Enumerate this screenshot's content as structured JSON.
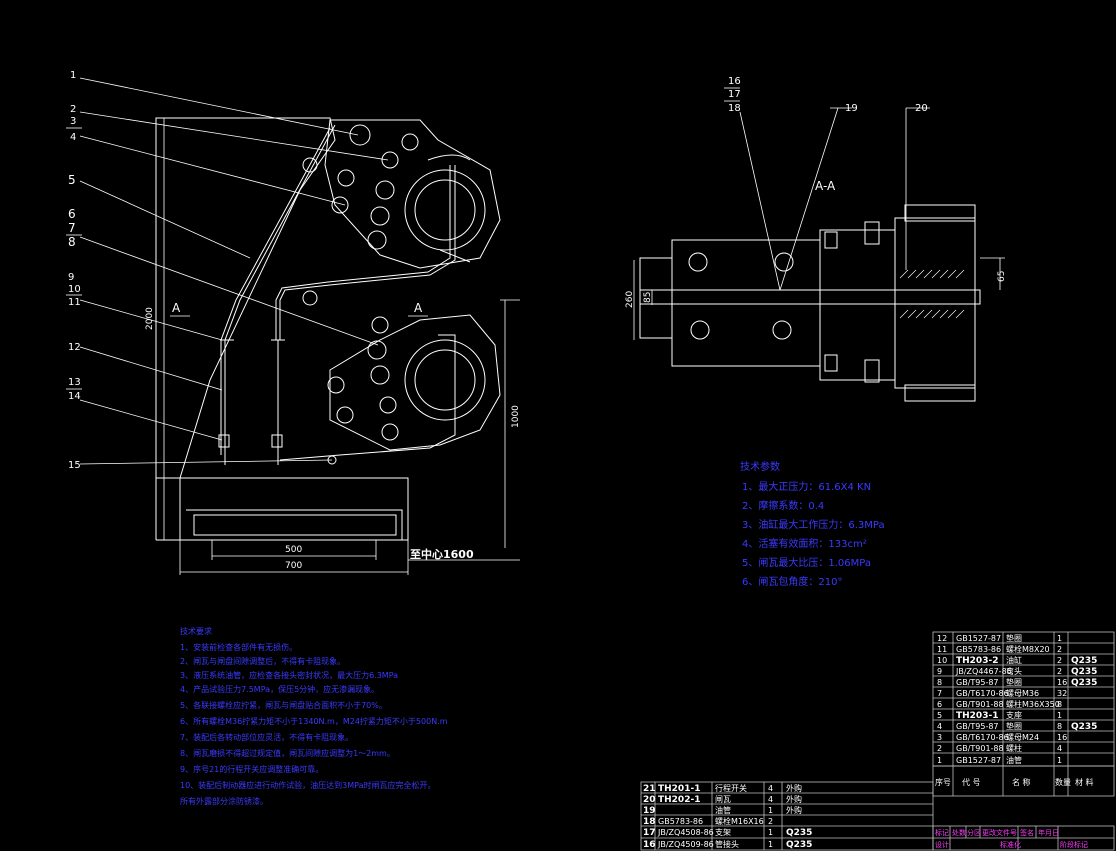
{
  "balloons_left": [
    "1",
    "2",
    "3",
    "4",
    "5",
    "6",
    "7",
    "8",
    "9",
    "10",
    "11",
    "12",
    "13",
    "14",
    "15"
  ],
  "balloons_right": [
    "16",
    "17",
    "18",
    "19",
    "20"
  ],
  "section_mark": "A",
  "section_title": "A-A",
  "dimensions": {
    "height_total": "2000",
    "height_lower": "1000",
    "width_500": "500",
    "width_700": "700",
    "to_center": "至中心1600",
    "dim_260": "260",
    "dim_85": "85",
    "dim_65": "65"
  },
  "tech_params": {
    "title": "技术参数",
    "items": [
      "1、最大正压力：61.6X4 KN",
      "2、摩擦系数：0.4",
      "3、油缸最大工作压力：6.3MPa",
      "4、活塞有效面积：133cm²",
      "5、闸瓦最大比压：1.06MPa",
      "6、闸瓦包角度：210°"
    ]
  },
  "tech_requirements": {
    "title": "技术要求",
    "items": [
      "1、安装前检查各部件有无损伤。",
      "2、闸瓦与闸盘间隙调整后，不得有卡阻现象。",
      "3、液压系统油管，应检查各接头密封状况，最大压力6.3MPa",
      "4、产品试验压力7.5MPa，保压5分钟，应无渗漏现象。",
      "5、各联接螺栓应拧紧，闸瓦与闸盘贴合面积不小于70%。",
      "6、所有螺栓M36拧紧力矩不小于1340N.m，M24拧紧力矩不小于500N.m",
      "7、装配后各转动部位应灵活，不得有卡阻现象。",
      "8、闸瓦磨损不得超过规定值，闸瓦间隙应调整为1～2mm。",
      "9、序号21的行程开关应调整准确可靠。",
      "10、装配后制动器应进行动作试验，油压达到3MPa时闸瓦应完全松开。",
      "所有外露部分涂防锈漆。"
    ]
  },
  "bom_upper": [
    {
      "no": "12",
      "code": "GB1527-87",
      "name": "垫圈",
      "qty": "1",
      "mat": ""
    },
    {
      "no": "11",
      "code": "GB5783-86",
      "name": "螺栓M8X20",
      "qty": "2",
      "mat": ""
    },
    {
      "no": "10",
      "code": "TH203-2",
      "name": "油缸",
      "qty": "2",
      "mat": "Q235"
    },
    {
      "no": "9",
      "code": "JB/ZQ4467-86",
      "name": "弯头",
      "qty": "2",
      "mat": "Q235"
    },
    {
      "no": "8",
      "code": "GB/T95-87",
      "name": "垫圈",
      "qty": "16",
      "mat": "Q235"
    },
    {
      "no": "7",
      "code": "GB/T6170-86",
      "name": "螺母M36",
      "qty": "32",
      "mat": ""
    },
    {
      "no": "6",
      "code": "GB/T901-88",
      "name": "螺柱M36X350",
      "qty": "8",
      "mat": ""
    },
    {
      "no": "5",
      "code": "TH203-1",
      "name": "支座",
      "qty": "1",
      "mat": ""
    },
    {
      "no": "4",
      "code": "GB/T95-87",
      "name": "垫圈",
      "qty": "8",
      "mat": "Q235"
    },
    {
      "no": "3",
      "code": "GB/T6170-86",
      "name": "螺母M24",
      "qty": "16",
      "mat": ""
    },
    {
      "no": "2",
      "code": "GB/T901-88",
      "name": "螺柱",
      "qty": "4",
      "mat": ""
    },
    {
      "no": "1",
      "code": "GB1527-87",
      "name": "油管",
      "qty": "1",
      "mat": ""
    }
  ],
  "bom_header": {
    "no": "序号",
    "code": "代 号",
    "name": "名 称",
    "qty": "数量",
    "mat": "材 料"
  },
  "bom_lower": [
    {
      "no": "21",
      "code": "TH201-1",
      "name": "行程开关",
      "qty": "4",
      "mat": "外购"
    },
    {
      "no": "20",
      "code": "TH202-1",
      "name": "闸瓦",
      "qty": "4",
      "mat": "外购"
    },
    {
      "no": "19",
      "code": "",
      "name": "油管",
      "qty": "1",
      "mat": "外购"
    },
    {
      "no": "18",
      "code": "GB5783-86",
      "name": "螺栓M16X16",
      "qty": "2",
      "mat": ""
    },
    {
      "no": "17",
      "code": "JB/ZQ4508-86",
      "name": "支架",
      "qty": "1",
      "mat": "Q235"
    },
    {
      "no": "16",
      "code": "JB/ZQ4509-86",
      "name": "管接头",
      "qty": "1",
      "mat": "Q235"
    }
  ],
  "title_block": {
    "row1": [
      "标记",
      "处数",
      "分区",
      "更改文件号",
      "签名",
      "年月日"
    ],
    "row2": [
      "设计",
      "标准化"
    ],
    "right": "阶段标记"
  },
  "colors": {
    "background": "#000000",
    "lines": "#ffffff",
    "text_blue": "#3a3aff",
    "table_magenta": "#ff3cff",
    "line_gray": "#bfbfbf"
  }
}
